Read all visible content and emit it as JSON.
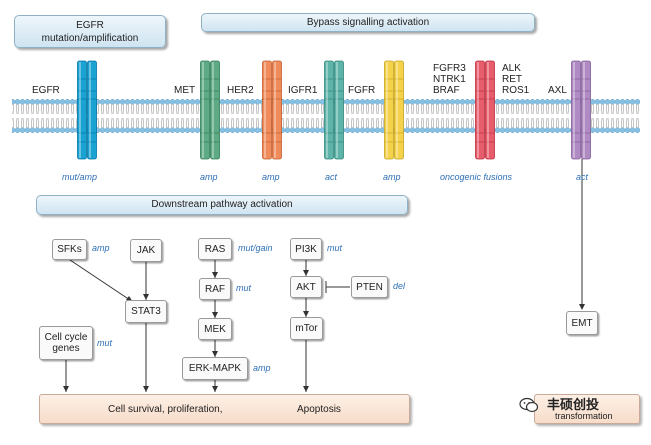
{
  "banners": {
    "egfr_title_line1": "EGFR",
    "egfr_title_line2": "mutation/amplification",
    "bypass": "Bypass signalling activation",
    "downstream": "Downstream pathway activation"
  },
  "receptors": [
    {
      "name": "EGFR",
      "alteration": "mut/amp",
      "color": "#1aa3d2"
    },
    {
      "name": "MET",
      "alteration": "amp",
      "color": "#5daa84"
    },
    {
      "name": "HER2",
      "alteration": "amp",
      "color": "#f08c5c"
    },
    {
      "name": "IGFR1",
      "alteration": "act",
      "color": "#5fb4aa"
    },
    {
      "name": "FGFR",
      "alteration": "amp",
      "color": "#f4d24c"
    },
    {
      "name": "FGFR3\nNTRK1\nBRAF",
      "alteration": "oncogenic fusions",
      "color": "#e75d6c"
    },
    {
      "name": "ALK\nRET\nROS1",
      "alteration": "",
      "color": ""
    },
    {
      "name": "AXL",
      "alteration": "act",
      "color": "#b08ac3"
    }
  ],
  "nodes": {
    "sfks": "SFKs",
    "jak": "JAK",
    "stat3": "STAT3",
    "cell_cycle": "Cell cycle\ngenes",
    "ras": "RAS",
    "raf": "RAF",
    "mek": "MEK",
    "erk": "ERK-MAPK",
    "pi3k": "PI3K",
    "akt": "AKT",
    "mtor": "mTor",
    "pten": "PTEN",
    "emt": "EMT"
  },
  "alterations": {
    "sfks": "amp",
    "cell_cycle": "mut",
    "ras": "mut/gain",
    "raf": "mut",
    "erk": "amp",
    "pi3k": "mut",
    "pten": "del"
  },
  "outcome": {
    "left": "Cell survival, proliferation,",
    "right": "Apoptosis",
    "partial": "transformation"
  },
  "watermark": {
    "text": "丰硕创投"
  },
  "colors": {
    "blue_text": "#2d6fb5",
    "membrane_head": "#87c2e4"
  }
}
